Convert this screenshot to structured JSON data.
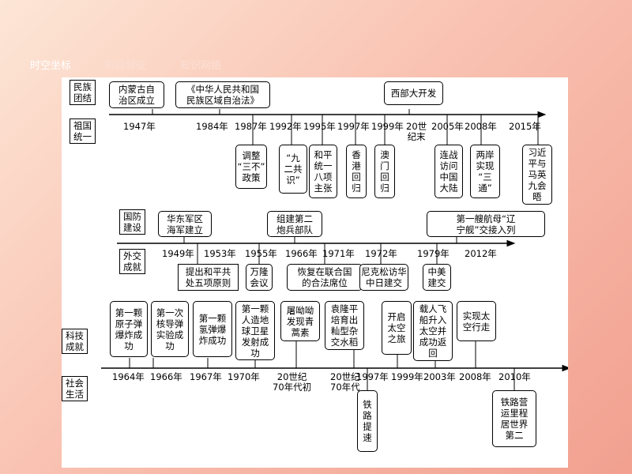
{
  "nav": {
    "tabs": [
      {
        "label": "时空坐标",
        "active": true
      },
      {
        "label": "阶段特征",
        "active": false
      },
      {
        "label": "知识网络",
        "active": false
      }
    ]
  },
  "colors": {
    "active_tab": "#ffffff",
    "inactive_tab": "#fbe0d4",
    "line": "#000000"
  },
  "sections": {
    "ethnic_unity": "民族\n团结",
    "reunification": "祖国\n统一",
    "defense": "国防\n建设",
    "diplomacy": "外交\n成就",
    "science": "科技\n成就",
    "society": "社会\n生活"
  },
  "timeline1": {
    "years": [
      "1947年",
      "1984年",
      "1987年",
      "1992年",
      "1995年",
      "1997年",
      "1999年",
      "20世\n纪末",
      "2005年",
      "2008年",
      "2015年"
    ],
    "above": [
      "内蒙古自\n治区成立",
      "《中华人民共和国\n民族区域自治法》",
      "西部大开发"
    ],
    "below": [
      "调整\n“三不”\n政策",
      "“九\n二共\n识”",
      "和平\n统一\n八项\n主张",
      "香\n港\n回\n归",
      "澳\n门\n回\n归",
      "连战\n访问\n中国\n大陆",
      "两岸\n实现\n“三\n通”",
      "习近\n平与\n马英\n九会\n晤"
    ]
  },
  "timeline2": {
    "years": [
      "1949年",
      "1953年",
      "1955年",
      "1966年",
      "1971年",
      "1972年",
      "1979年",
      "2012年"
    ],
    "above": [
      "华东军区\n海军建立",
      "组建第二\n炮兵部队",
      "第一艘航母“辽\n宁舰”交接入列"
    ],
    "below": [
      "提出和平共\n处五项原则",
      "万隆\n会议",
      "恢复在联合国\n的合法席位",
      "尼克松访华\n中日建交",
      "中美\n建交"
    ]
  },
  "timeline3": {
    "years": [
      "1964年",
      "1966年",
      "1967年",
      "1970年",
      "20世纪\n70年代初",
      "20世纪\n70年代",
      "1997年",
      "1999年",
      "2003年",
      "2008年",
      "2010年"
    ],
    "above": [
      "第一颗\n原子弹\n爆炸成\n功",
      "第一次\n核导弹\n实验成\n功",
      "第一颗\n氢弹爆\n炸成功",
      "第一颗\n人造地\n球卫星\n发射成\n功",
      "屠呦呦\n发现青\n蒿素",
      "袁隆平\n培育出\n籼型杂\n交水稻",
      "开启\n太空\n之旅",
      "载人飞\n船升入\n太空并\n成功返\n回",
      "实现太\n空行走"
    ],
    "below": [
      "铁\n路\n提\n速",
      "铁路营\n运里程\n居世界\n第二"
    ]
  }
}
